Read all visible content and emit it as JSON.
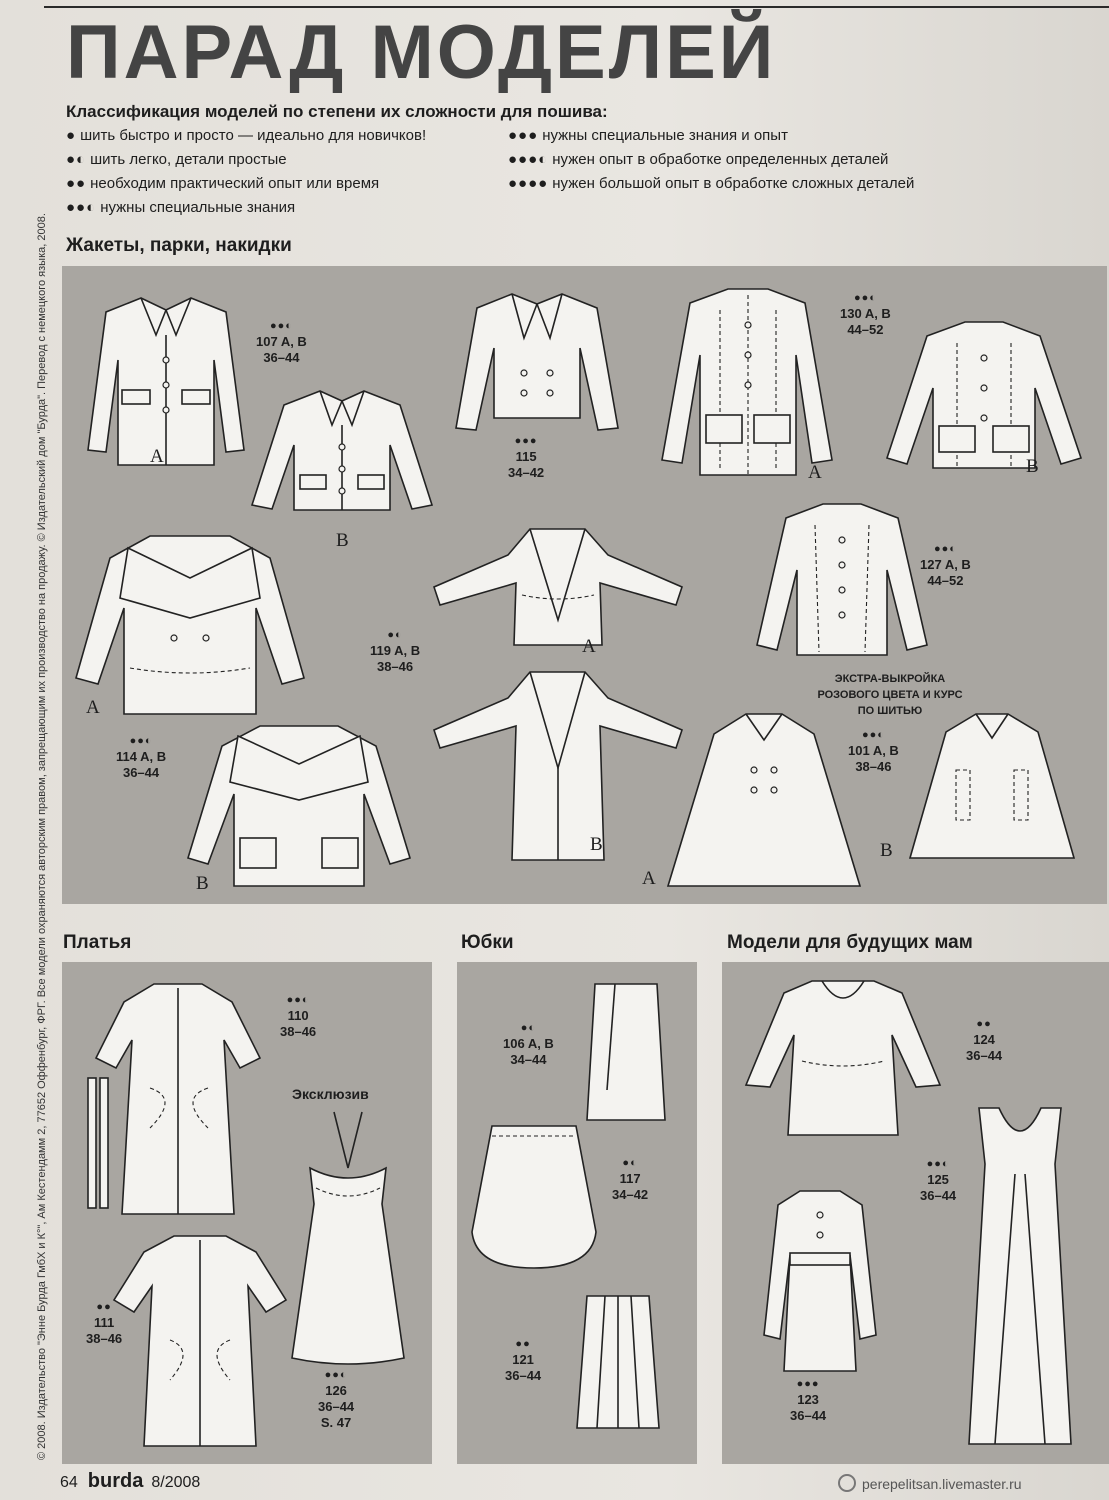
{
  "page": {
    "title": "ПАРАД МОДЕЛЕЙ",
    "copyright_vertical": "© 2008. Издательство \"Энне Бурда ГмбХ и К°\", Ам Кестендамм 2, 77652 Оффенбург, ФРГ. Все модели охраняются авторским правом, запрещающим их производство на продажу. © Издательский дом \"Бурда\". Перевод с немецкого языка, 2008.",
    "page_number": "64",
    "magazine": "burda",
    "issue": "8/2008",
    "watermark": "perepelitsan.livemaster.ru"
  },
  "legend": {
    "heading": "Классификация моделей по степени их сложности для пошива:",
    "items": [
      {
        "dots": "●",
        "text": "шить быстро и просто — идеально для новичков!"
      },
      {
        "dots": "●◐",
        "text": "шить легко, детали простые"
      },
      {
        "dots": "●●",
        "text": "необходим практический опыт или время"
      },
      {
        "dots": "●●◐",
        "text": "нужны специальные знания"
      },
      {
        "dots": "●●●",
        "text": "нужны специальные знания и опыт"
      },
      {
        "dots": "●●●◐",
        "text": "нужен опыт в обработке определенных деталей"
      },
      {
        "dots": "●●●●",
        "text": "нужен большой опыт в обработке сложных деталей"
      }
    ]
  },
  "sections": {
    "jackets": "Жакеты, парки, накидки",
    "dresses": "Платья",
    "skirts": "Юбки",
    "maternity": "Модели для  будущих мам"
  },
  "models": {
    "m107": {
      "dots": "●●◐",
      "num": "107 A, B",
      "sizes": "36–44"
    },
    "m115": {
      "dots": "●●●",
      "num": "115",
      "sizes": "34–42"
    },
    "m130": {
      "dots": "●●◐",
      "num": "130 A, B",
      "sizes": "44–52"
    },
    "m119": {
      "dots": "●◐",
      "num": "119 A, B",
      "sizes": "38–46"
    },
    "m127": {
      "dots": "●●◐",
      "num": "127 A, B",
      "sizes": "44–52"
    },
    "m114": {
      "dots": "●●◐",
      "num": "114 A, B",
      "sizes": "36–44"
    },
    "m101": {
      "dots": "●●◐",
      "num": "101 A, B",
      "sizes": "38–46",
      "note": "ЭКСТРА-ВЫКРОЙКА РОЗОВОГО ЦВЕТА И КУРС ПО ШИТЬЮ"
    },
    "m110": {
      "dots": "●●◐",
      "num": "110",
      "sizes": "38–46"
    },
    "m111": {
      "dots": "●●",
      "num": "111",
      "sizes": "38–46"
    },
    "m126": {
      "dots": "●●◐",
      "num": "126",
      "sizes": "36–44",
      "extra": "S. 47",
      "tag": "Эксклюзив"
    },
    "m106": {
      "dots": "●◐",
      "num": "106 A, B",
      "sizes": "34–44"
    },
    "m117": {
      "dots": "●◐",
      "num": "117",
      "sizes": "34–42"
    },
    "m121": {
      "dots": "●●",
      "num": "121",
      "sizes": "36–44"
    },
    "m124": {
      "dots": "●●",
      "num": "124",
      "sizes": "36–44"
    },
    "m125": {
      "dots": "●●◐",
      "num": "125",
      "sizes": "36–44"
    },
    "m123": {
      "dots": "●●●",
      "num": "123",
      "sizes": "36–44"
    }
  },
  "letters": {
    "a": "A",
    "b": "B"
  }
}
